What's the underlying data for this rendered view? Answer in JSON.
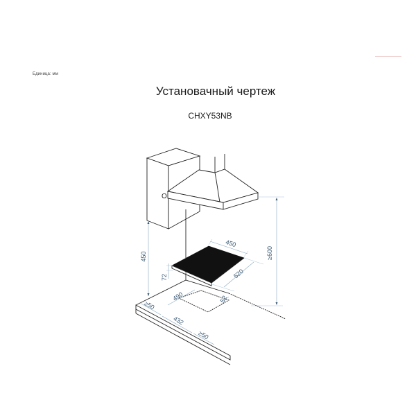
{
  "header": {
    "units_label": "Единица: мм",
    "title": "Установачный чертеж",
    "model": "CHXY53NB"
  },
  "colors": {
    "line": "#222222",
    "dimension": "#8aa8c0",
    "dimension_text": "#3d5a73",
    "hob_glass": "#111111",
    "accent_mark": "#f1d4d4"
  },
  "diagram": {
    "components": [
      "wall-cabinet",
      "chimney-hood",
      "induction-hob",
      "countertop-cutout"
    ],
    "dimensions": {
      "hood_to_counter_min": "≥600",
      "cabinet_to_counter": "450",
      "hob_width": "450",
      "hob_depth": "520",
      "hob_thickness": "72",
      "cutout_depth": "490",
      "cutout_width": "432",
      "cutout_back_margin": "52",
      "left_margin_min": "≥50",
      "front_margin_min": "≥50"
    },
    "knob_label": "O"
  }
}
